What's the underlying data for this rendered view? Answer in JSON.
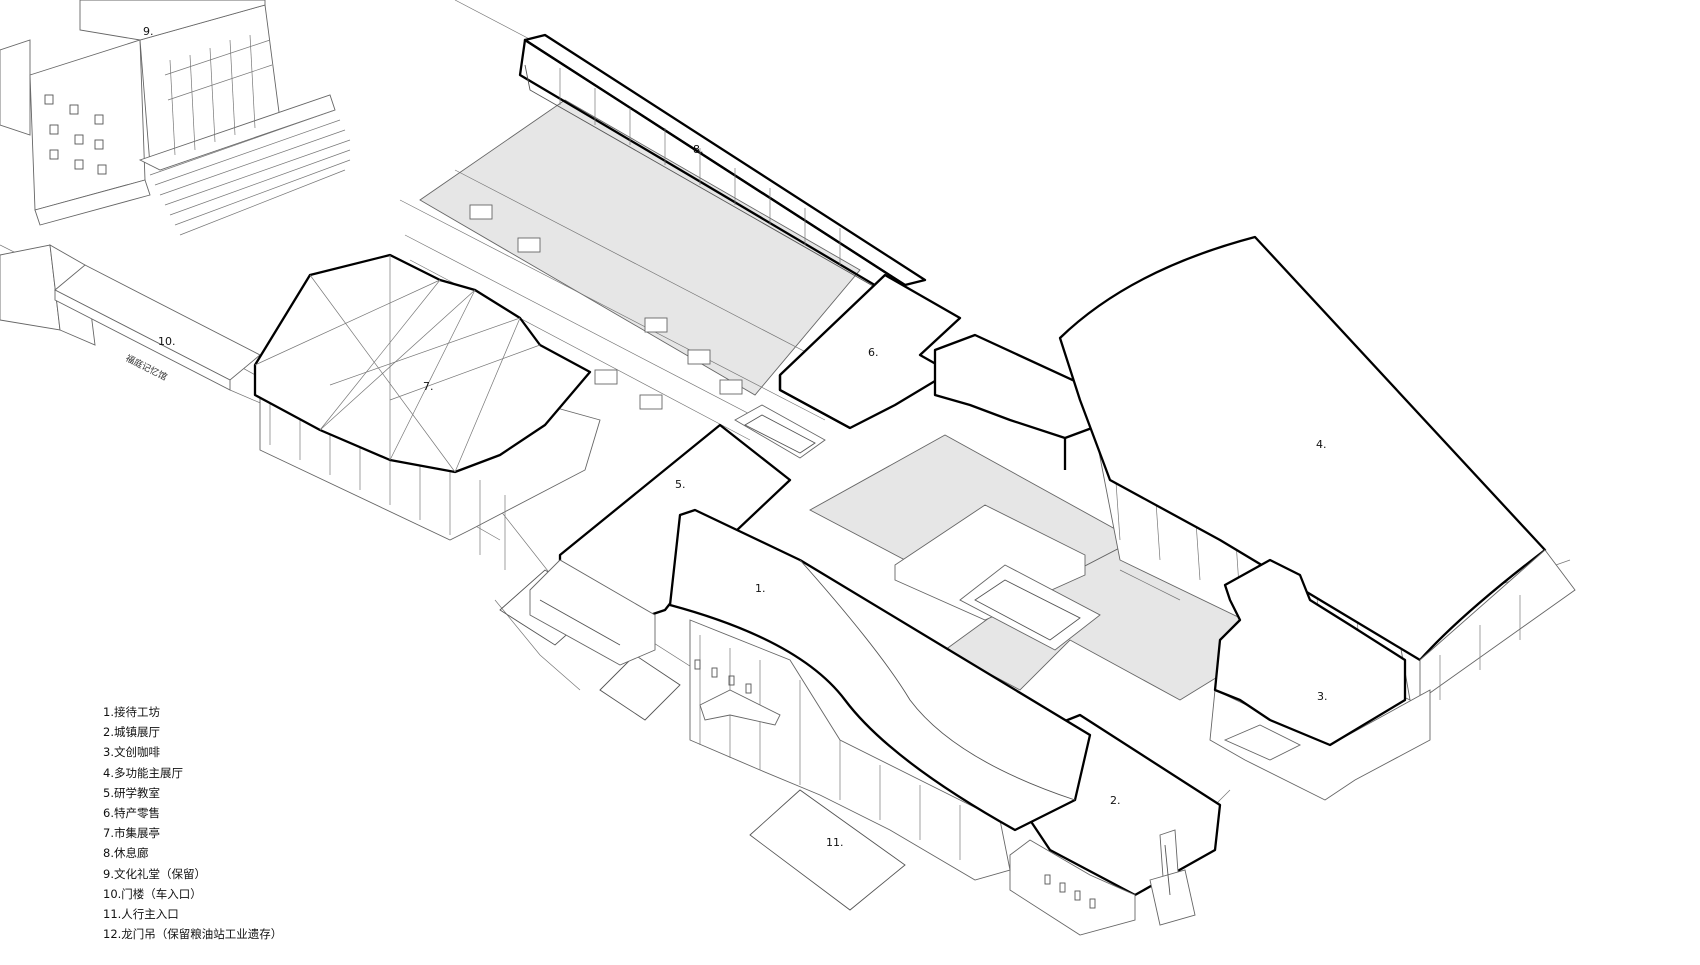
{
  "labels": {
    "b1": "1.",
    "b2": "2.",
    "b3": "3.",
    "b4": "4.",
    "b5": "5.",
    "b6": "6.",
    "b7": "7.",
    "b8": "8.",
    "b9": "9.",
    "b10": "10.",
    "b11": "11."
  },
  "gate_sign": "福庭记忆馆",
  "legend": [
    "1.接待工坊",
    "2.城镇展厅",
    "3.文创咖啡",
    "4.多功能主展厅",
    "5.研学教室",
    "6.特产零售",
    "7.市集展亭",
    "8.休息廊",
    "9.文化礼堂（保留）",
    "10.门楼（车入口）",
    "11.人行主入口",
    "12.龙门吊（保留粮油站工业遗存）"
  ]
}
